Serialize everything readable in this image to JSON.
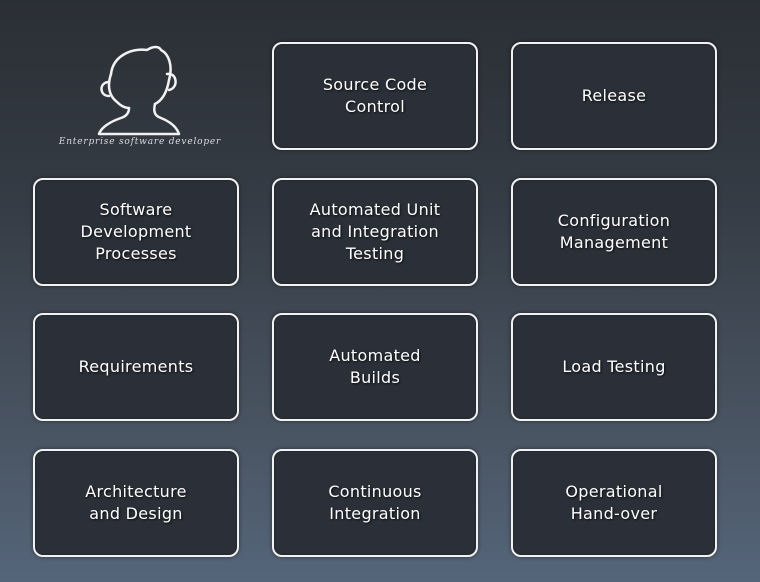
{
  "developer": {
    "caption": "Enterprise software developer",
    "icon": "person-head-icon"
  },
  "tiles": [
    {
      "label": "Source Code\nControl"
    },
    {
      "label": "Release"
    },
    {
      "label": "Software\nDevelopment\nProcesses"
    },
    {
      "label": "Automated Unit\nand Integration\nTesting"
    },
    {
      "label": "Configuration\nManagement"
    },
    {
      "label": "Requirements"
    },
    {
      "label": "Automated\nBuilds"
    },
    {
      "label": "Load Testing"
    },
    {
      "label": "Architecture\nand Design"
    },
    {
      "label": "Continuous\nIntegration"
    },
    {
      "label": "Operational\nHand-over"
    }
  ],
  "colors": {
    "tile_background": "#2b3038",
    "tile_border": "#f2f2f2",
    "text": "#ffffff"
  }
}
